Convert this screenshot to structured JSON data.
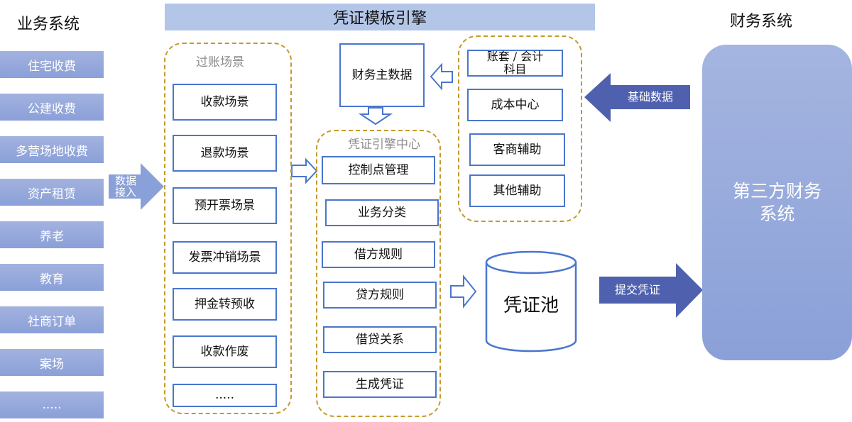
{
  "headings": {
    "business_system": "业务系统",
    "template_engine": "凭证模板引擎",
    "finance_system": "财务系统"
  },
  "business_items": [
    "住宅收费",
    "公建收费",
    "多营场地收费",
    "资产租赁",
    "养老",
    "教育",
    "社商订单",
    "案场",
    "....."
  ],
  "data_ingest_arrow": "数据\n接入",
  "posting_scenarios": {
    "title": "过账场景",
    "items": [
      "收款场景",
      "退款场景",
      "预开票场景",
      "发票冲销场景",
      "押金转预收",
      "收款作废",
      "....."
    ]
  },
  "finance_master_data": "财务主数据",
  "voucher_engine_center": {
    "title": "凭证引擎中心",
    "items": [
      "控制点管理",
      "业务分类",
      "借方规则",
      "贷方规则",
      "借贷关系",
      "生成凭证"
    ]
  },
  "master_data_group": {
    "items": [
      "账套 / 会计\n科目",
      "成本中心",
      "客商辅助",
      "其他辅助"
    ]
  },
  "voucher_pool": "凭证池",
  "basic_data_arrow": "基础数据",
  "submit_voucher_arrow": "提交凭证",
  "third_party_system": "第三方财务\n系统",
  "colors": {
    "business_fill": "#8aa0d8",
    "banner_fill": "#b4c6e7",
    "box_border": "#4a76cc",
    "dashed_border": "#c49a2c",
    "dark_arrow": "#4f61ae"
  }
}
